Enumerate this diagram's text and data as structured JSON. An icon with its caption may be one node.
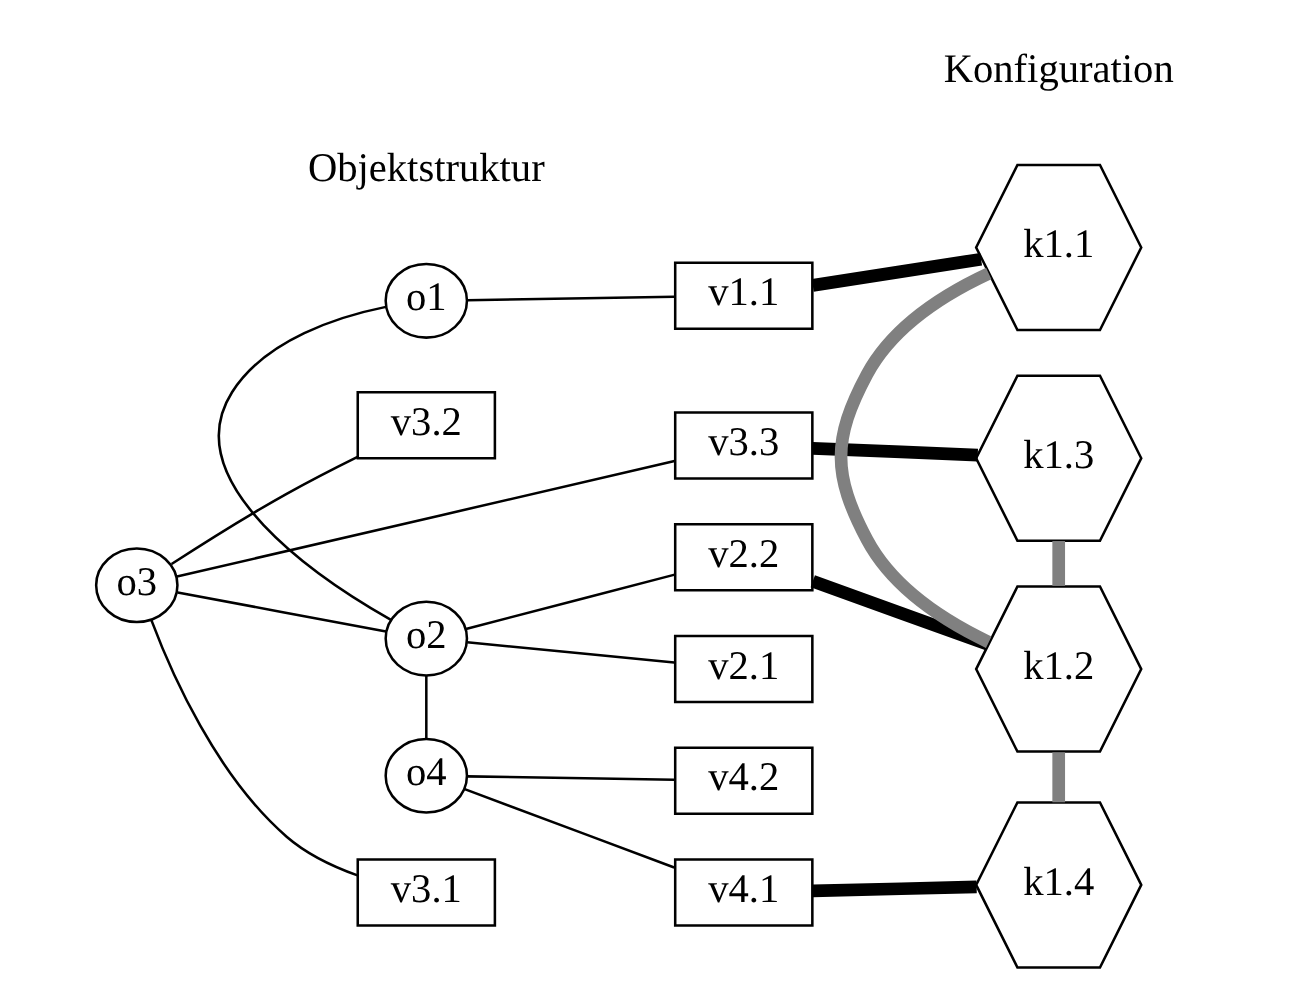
{
  "diagram": {
    "nodes": [
      {
        "text": [
          "o1"
        ]
      },
      {
        "text": [
          "v1.1"
        ]
      },
      {
        "text": [
          "o2"
        ]
      },
      {
        "text": [
          "v2.1"
        ]
      },
      {
        "text": [
          "v2.2"
        ]
      },
      {
        "text": [
          "o3"
        ]
      },
      {
        "text": [
          "v3.1"
        ]
      },
      {
        "text": [
          "v3.2"
        ]
      },
      {
        "text": [
          "v3.3"
        ]
      },
      {
        "text": [
          "o4"
        ]
      },
      {
        "text": [
          "v4.1"
        ]
      },
      {
        "text": [
          "v4.2"
        ]
      },
      {
        "text": [
          "k1.1"
        ]
      },
      {
        "text": [
          "k1.2"
        ]
      },
      {
        "text": [
          "k1.3"
        ]
      },
      {
        "text": [
          "k1.4"
        ]
      }
    ],
    "edges": [
      {
        "from": 0,
        "to": 1,
        "arrow": "none"
      },
      {
        "from": 0,
        "to": 2,
        "arrow": "none"
      },
      {
        "from": 2,
        "to": 3,
        "arrow": "none"
      },
      {
        "from": 2,
        "to": 4,
        "arrow": "none"
      },
      {
        "from": 5,
        "to": 2,
        "arrow": "none"
      },
      {
        "from": 2,
        "to": 9,
        "arrow": "none"
      },
      {
        "from": 5,
        "to": 6,
        "arrow": "none"
      },
      {
        "from": 5,
        "to": 7,
        "arrow": "none"
      },
      {
        "from": 5,
        "to": 8,
        "arrow": "none"
      },
      {
        "from": 9,
        "to": 10,
        "arrow": "none"
      },
      {
        "from": 9,
        "to": 11,
        "arrow": "none"
      },
      {
        "from": 1,
        "to": 12,
        "arrow": "none",
        "style": "thick"
      },
      {
        "from": 4,
        "to": 13,
        "arrow": "none",
        "style": "thick"
      },
      {
        "from": 10,
        "to": 15,
        "arrow": "none",
        "style": "thick"
      },
      {
        "from": 8,
        "to": 14,
        "arrow": "none",
        "style": "thick"
      },
      {
        "from": 12,
        "to": 13,
        "arrow": "none",
        "style": "thick",
        "color": "#808080"
      },
      {
        "from": 13,
        "to": 15,
        "arrow": "none",
        "style": "thick",
        "color": "#808080"
      },
      {
        "from": 14,
        "to": 13,
        "arrow": "none",
        "style": "thick",
        "color": "#808080"
      }
    ],
    "labels": [
      "Objektstruktur",
      "Konfiguration"
    ]
  }
}
